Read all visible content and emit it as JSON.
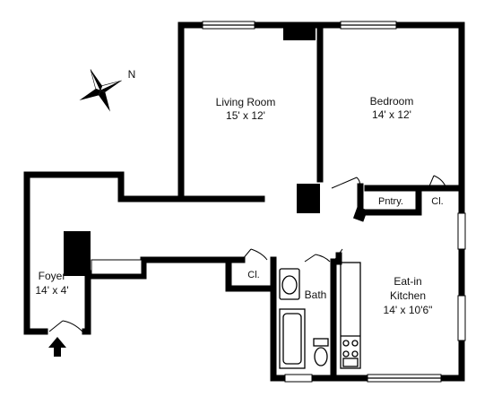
{
  "floorplan": {
    "rooms": [
      {
        "key": "living",
        "name": "Living Room",
        "size": "15' x 12'"
      },
      {
        "key": "bedroom",
        "name": "Bedroom",
        "size": "14' x 12'"
      },
      {
        "key": "foyer",
        "name": "Foyer",
        "size": "14' x 4'"
      },
      {
        "key": "kitchen",
        "name": "Eat-in",
        "name2": "Kitchen",
        "size": "14' x 10'6\""
      },
      {
        "key": "bath",
        "name": "Bath"
      },
      {
        "key": "pantry",
        "name": "Pntry."
      },
      {
        "key": "closet1",
        "name": "Cl."
      },
      {
        "key": "closet2",
        "name": "Cl."
      }
    ],
    "compass": {
      "label": "N",
      "icon": "compass-icon"
    },
    "entry_icon": "entry-arrow-icon",
    "colors": {
      "wall": "#000000",
      "background": "#ffffff"
    }
  }
}
